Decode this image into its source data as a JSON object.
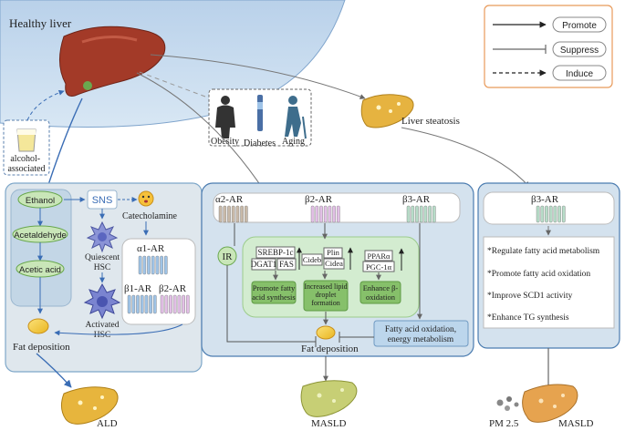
{
  "top": {
    "healthy_liver": "Healthy liver",
    "liver_steatosis": "Liver steatosis",
    "alcohol_associated": "alcohol-\nassociated",
    "risk_factors": [
      "Obesity",
      "Diabetes",
      "Aging"
    ]
  },
  "legend": {
    "promote": "Promote",
    "suppress": "Suppress",
    "induce": "Induce"
  },
  "panel_left": {
    "ethanol": "Ethanol",
    "acetaldehyde": "Acetaldehyde",
    "acetic_acid": "Acetic acid",
    "sns": "SNS",
    "catecholamine": "Catecholamine",
    "quiescent_hsc": "Quiescent\nHSC",
    "activated_hsc": "Activated\nHSC",
    "a1_ar": "α1-AR",
    "b1_ar": "β1-AR",
    "b2_ar": "β2-AR",
    "fat_deposition": "Fat deposition",
    "outcome": "ALD"
  },
  "panel_middle": {
    "a2_ar": "α2-AR",
    "b2_ar": "β2-AR",
    "b3_ar": "β3-AR",
    "ir": "IR",
    "srebp": "SREBP-1c",
    "dgat1": "DGAT1",
    "fas": "FAS",
    "cideb": "Cideb",
    "plin": "Plin",
    "cidea": "Cidea",
    "ppara": "PPARα",
    "pgc": "PGC-1α",
    "box_synthesis": "Promote fatty\nacid synthesis",
    "box_lipid": "Increased lipid\ndroplet\nformation",
    "box_oxidation": "Enhance β-\noxidation",
    "fatty_acid_oxidation": "Fatty acid oxidation,\nenergy metabolism",
    "fat_deposition": "Fat deposition",
    "outcome": "MASLD"
  },
  "panel_right": {
    "b3_ar": "β3-AR",
    "items": [
      "*Regulate fatty acid metabolism",
      "*Promote fatty acid oxidation",
      "*Improve SCD1 activity",
      "*Enhance TG synthesis"
    ],
    "pm": "PM 2.5",
    "outcome": "MASLD"
  },
  "colors": {
    "sky": "#c8dcee",
    "panel": "#dbe6ee",
    "panel_border": "#4b7cb0",
    "green_fill": "#c9e6b8",
    "green_box": "#86c06a",
    "liver": "#9c3b2a",
    "fat": "#f0c83a",
    "legend_border": "#e89a5a",
    "blue_arrow": "#3a6db5"
  }
}
